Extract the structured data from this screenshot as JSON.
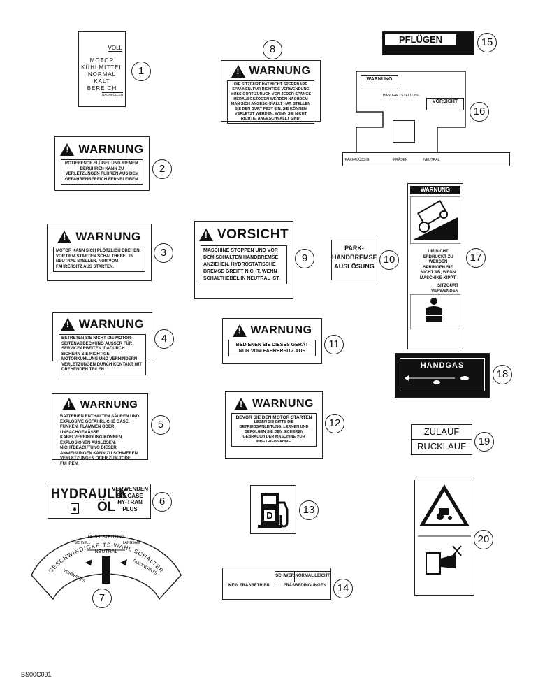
{
  "callouts": [
    "1",
    "2",
    "3",
    "4",
    "5",
    "6",
    "7",
    "8",
    "9",
    "10",
    "11",
    "12",
    "13",
    "14",
    "15",
    "16",
    "17",
    "18",
    "19",
    "20"
  ],
  "decal1": {
    "top": "VOLL",
    "lines": [
      "MOTOR",
      "KÜHLMITTEL",
      "NORMAL",
      "KALT",
      "BEREICH"
    ],
    "bottom": "NACHFÜLLEN"
  },
  "warnung": "WARNUNG",
  "vorsicht": "VORSICHT",
  "decal2": {
    "text": "ROTIERENDE FLÜGEL UND RIEMEN. BERÜHREN KANN ZU VERLETZUNGEN FÜHREN AUS DEM GEFAHRENBEREICH FERNBLEIBEN."
  },
  "decal3": {
    "text": "MOTOR KANN SICH PLÖTZLICH DREHEN. VOR DEM STARTEN SCHALTHEBEL IN NEUTRAL STELLEN. NUR VOM FAHRERSITZ AUS STARTEN."
  },
  "decal4": {
    "text": "BETRETEN SIE NICHT DIE MOTOR-SEITENABDECKUNG AUSSER FÜR SERVICEARBEITEN. DADURCH SICHERN SIE RICHTIGE MOTORKÜHLUNG UND VERHINDERN VERLETZUNGEN DURCH KONTAKT MIT DREHENDEN TEILEN."
  },
  "decal5": {
    "text": "BATTERIEN ENTHALTEN SÄUREN UND EXPLOSIVE GEFÄHRLICHE GASE. FUNKEN, FLAMMEN ODER UNSACHGEMÄSSE KABELVERBINDUNG KÖNNEN EXPLOSIONEN AUSLÖSEN. NICHTBEACHTUNG DIESER ANWEISUNGEN KANN ZU SCHWEREN VERLETZUNGEN ODER ZUM TODE FÜHREN."
  },
  "decal6": {
    "title": "HYDRAULIK",
    "oil": "ÖL",
    "right": [
      "VERWENDEN",
      "SIE CASE",
      "HY-TRAN",
      "PLUS"
    ]
  },
  "decal7": {
    "title": "GESCHWINDIGKEITS WAHL SCHALTER",
    "sub": "HEBEL STELLUNG",
    "fast": "SCHNELL",
    "slow": "LANGSAM",
    "neutral": "NEUTRAL",
    "forward": "VORWÄRTS",
    "reverse": "RÜCKWÄRTS"
  },
  "decal8": {
    "text": "DIE SITZGURT HAT NICHT SPERRBARE SPANNEN. FÜR RICHTIGE VERWENDUNG MUSS GURT ZURÜCK VON JEDER SPANGE HERAUSGEZOGEN WERDEN NACHDEM MAN SICH ANGESCHNALLT HAT. STELLEN SIE DEN GURT FEST EIN. SIE KÖNNEN VERLETZT WERDEN, WENN SIE NICHT RICHTIG ANGESCHNALLT SIND."
  },
  "decal9": {
    "text": "MASCHINE STOPPEN UND VOR DEM SCHALTEN HANDBREMSE ANZIEHEN. HYDROSTATISCHE BREMSE GREIFT NICHT, WENN SCHALTHEBEL IN NEUTRAL IST."
  },
  "decal10": {
    "lines": [
      "PARK-",
      "HANDBREMSE",
      "AUSLÖSUNG"
    ]
  },
  "decal11": {
    "text": "BEDIENEN SIE DIESES GERÄT NUR VOM FAHRERSITZ AUS"
  },
  "decal12": {
    "lead": "BEVOR SIE DEN MOTOR STARTEN",
    "text": "LESEN SIE BITTE DIE BETRIEBSANLEITUNG. LERNEN UND BEFOLGEN SIE DEN SICHEREN GEBRAUCH DER MASCHINE VOR INBETRIEBNAHME."
  },
  "decal14": {
    "left": "KEIN FRÄSBETRIEB",
    "heavy": "SCHWER",
    "normal": "NORMAL",
    "light": "LEICHT",
    "cond": "FRÄSBEDINGUNGEN"
  },
  "decal15": {
    "title": "PFLÜGEN"
  },
  "decal16": {
    "warn": "WARNUNG",
    "caution": "VORSICHT",
    "mid": "HANDRAD STELLUNG",
    "b1": "PARKFLÜSSIG",
    "b2": "FRÄSEN",
    "b3": "NEUTRAL"
  },
  "decal17": {
    "head": "WARNUNG",
    "text1": "UM NICHT ERDRÜCKT ZU WERDEN SPRINGEN SIE NICHT AB, WENN MASCHINE KIPPT.",
    "text2": "SITZGURT VERWENDEN"
  },
  "decal18": {
    "title": "HANDGAS"
  },
  "decal19": {
    "top": "ZULAUF",
    "bottom": "RÜCKLAUF"
  },
  "figure_code": "BS00C091"
}
